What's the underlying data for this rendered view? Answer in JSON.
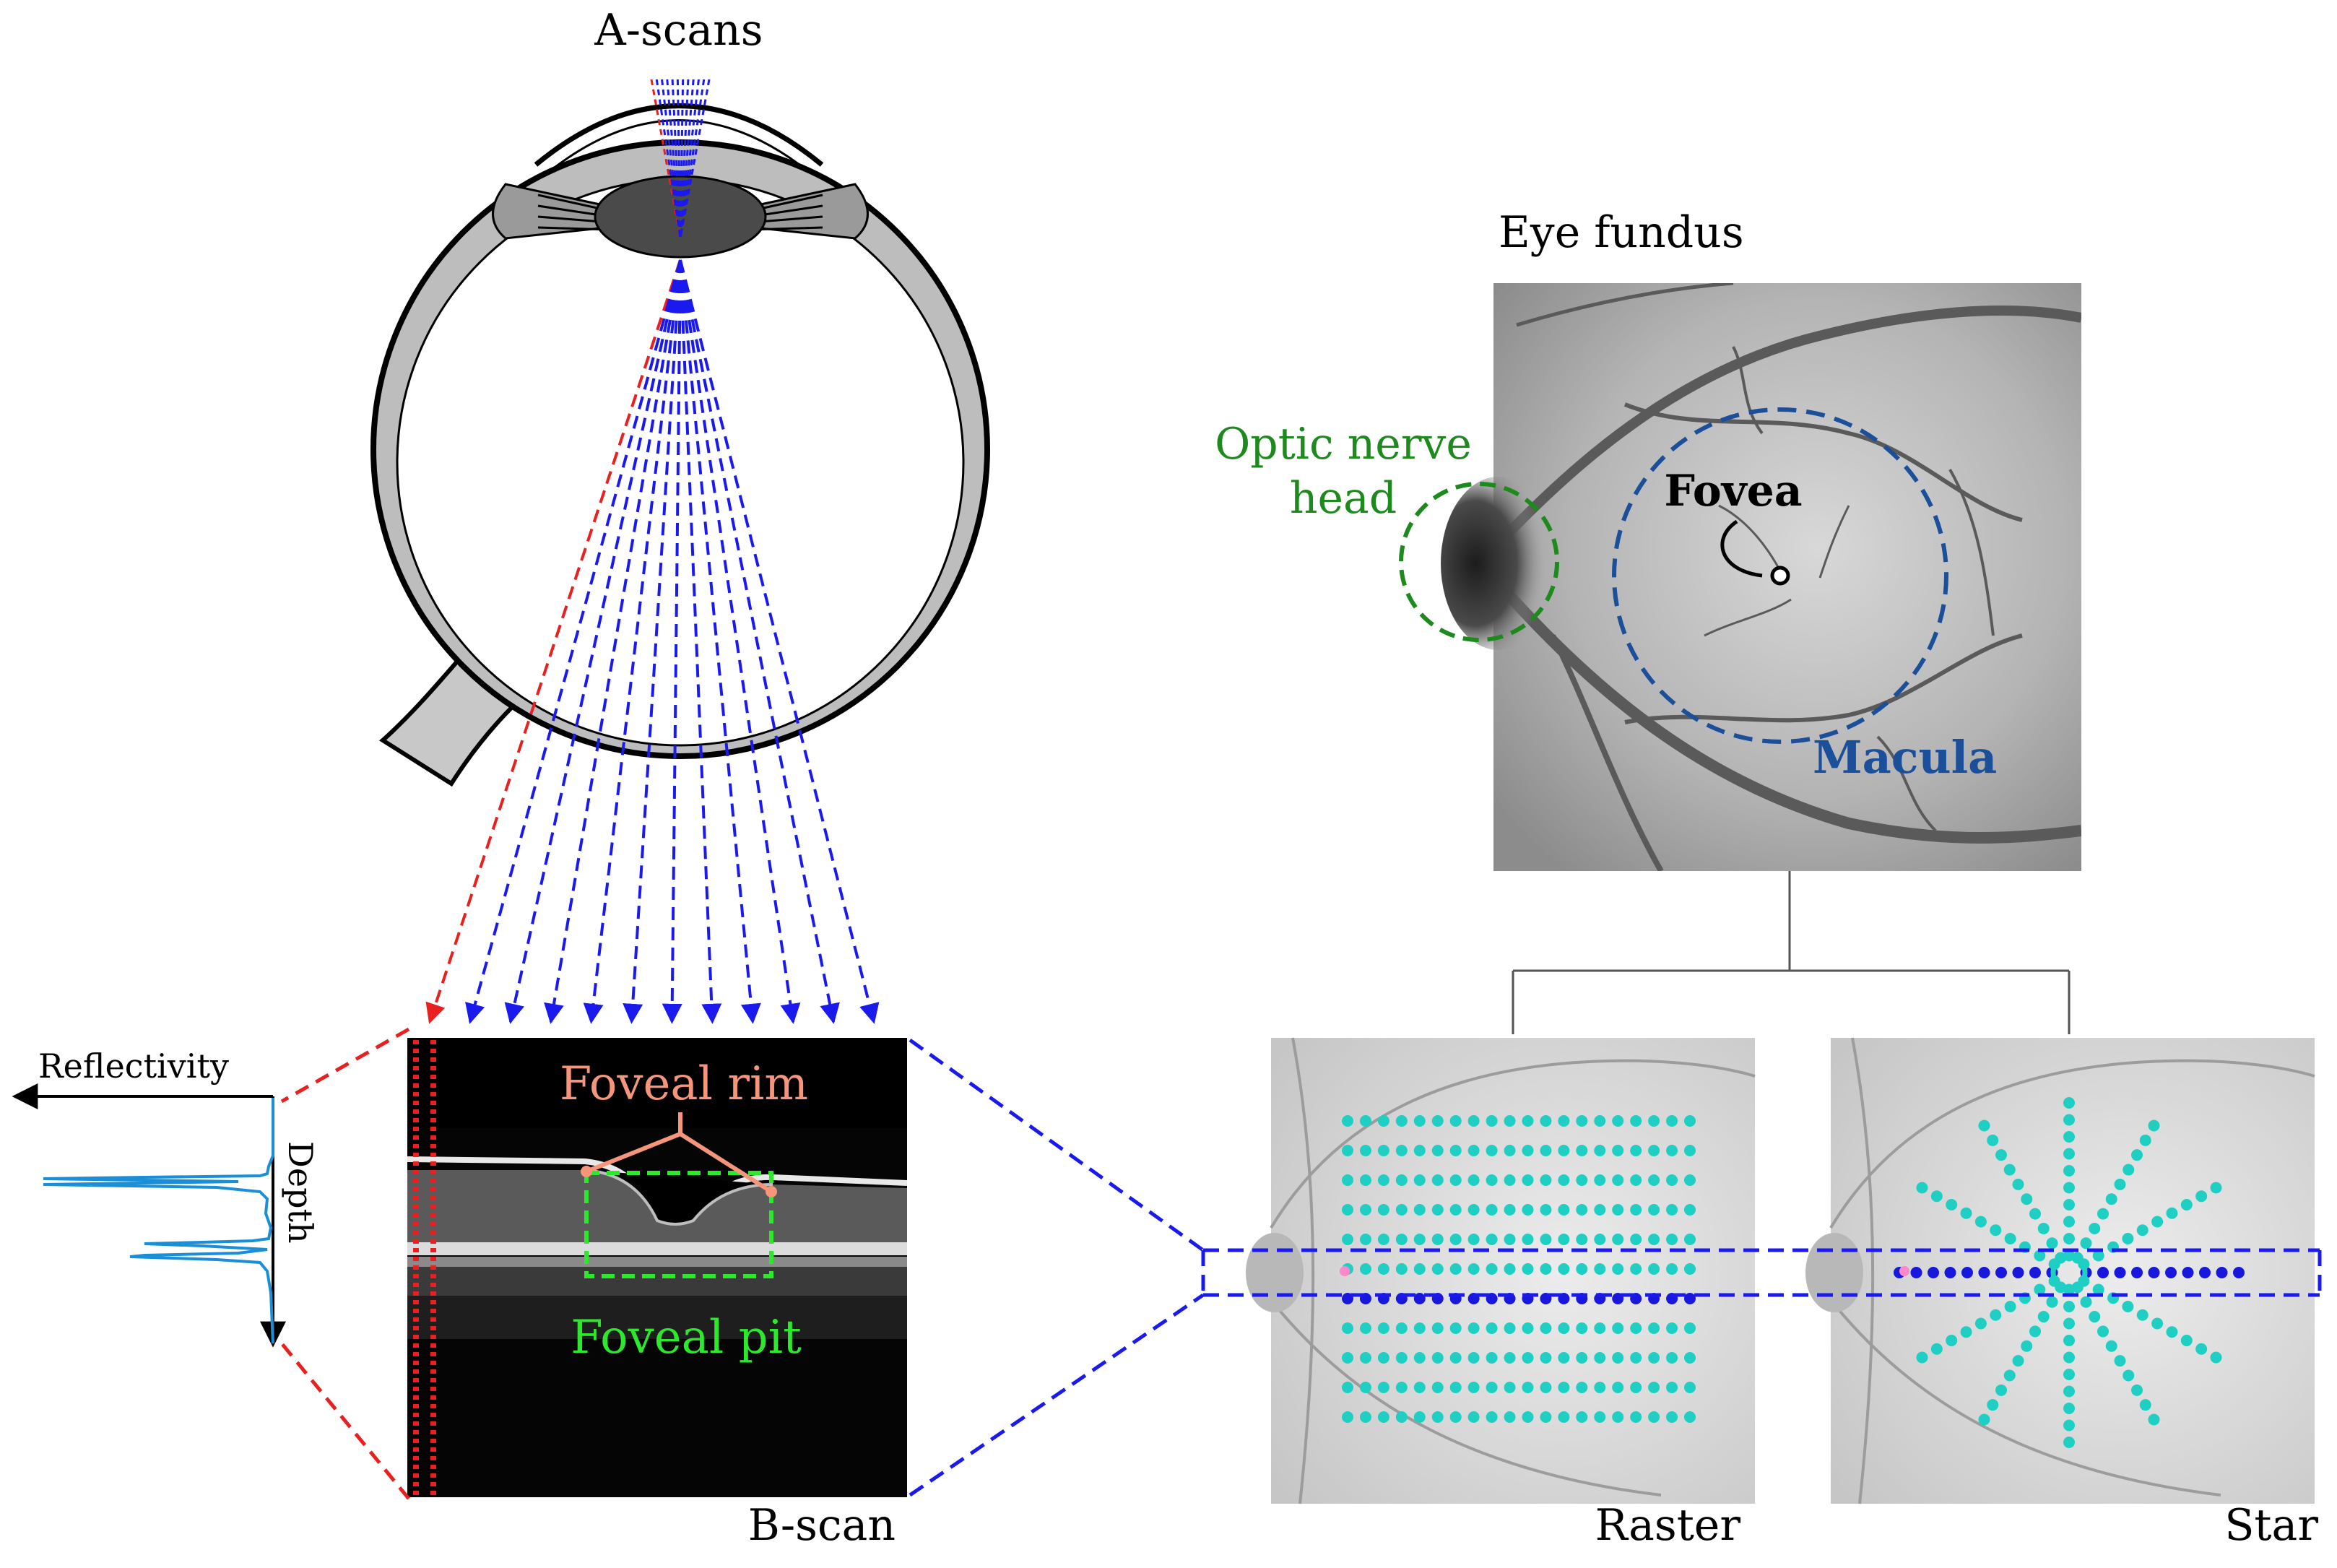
{
  "labels": {
    "a_scans": "A-scans",
    "eye_fundus": "Eye fundus",
    "optic_nerve_line1": "Optic nerve",
    "optic_nerve_line2": "head",
    "fovea": "Fovea",
    "macula": "Macula",
    "reflectivity": "Reflectivity",
    "depth": "Depth",
    "foveal_rim": "Foveal rim",
    "foveal_pit": "Foveal pit",
    "b_scan": "B-scan",
    "raster": "Raster",
    "star": "Star"
  },
  "colors": {
    "a_scan_blue": "#1a1aee",
    "a_scan_red": "#e82020",
    "optic_nerve_green": "#1e8a1e",
    "macula_blue": "#1b4f9a",
    "foveal_rim_salmon": "#f5957a",
    "foveal_pit_green": "#2ee82e",
    "reflectivity_trace": "#1a8fd8",
    "scan_dot_cyan": "#1fcfc4",
    "scan_dot_blue": "#1818dd",
    "scan_dot_pink": "#ff88cc"
  },
  "scan_patterns": {
    "raster": {
      "rows": 11,
      "dots_per_row": 20,
      "highlighted_row": 6
    },
    "star": {
      "spokes": 6,
      "dots_per_spoke_half": 10
    }
  }
}
